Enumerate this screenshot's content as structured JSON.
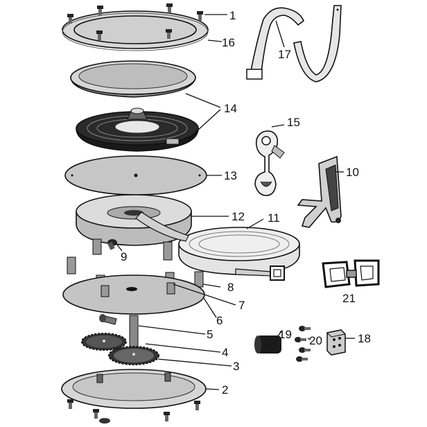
{
  "diagram": {
    "style": "exploded parts diagram, black-and-white line art",
    "part_labels": {
      "p1": "1",
      "p2": "2",
      "p3": "3",
      "p4": "4",
      "p5": "5",
      "p6": "6",
      "p7": "7",
      "p8": "8",
      "p9": "9",
      "p10": "10",
      "p11": "11",
      "p12": "12",
      "p13": "13",
      "p14": "14",
      "p15": "15",
      "p16": "16",
      "p17": "17",
      "p18": "18",
      "p19": "19",
      "p20": "20",
      "p21": "21"
    }
  }
}
